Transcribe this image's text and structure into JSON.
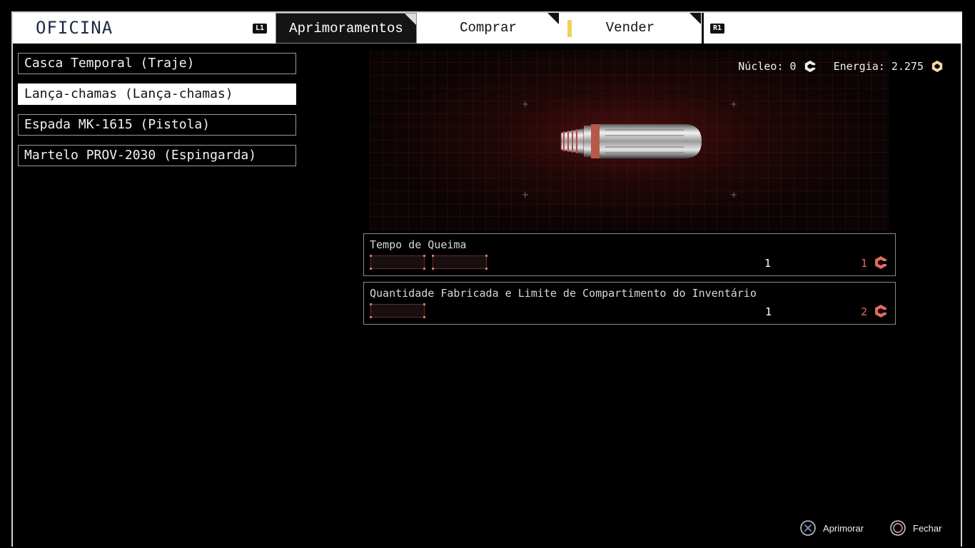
{
  "header": {
    "title": "OFICINA",
    "left_shoulder": "L1",
    "right_shoulder": "R1",
    "tabs": [
      {
        "label": "Aprimoramentos",
        "active": true
      },
      {
        "label": "Comprar",
        "active": false
      },
      {
        "label": "Vender",
        "active": false,
        "alert": true
      }
    ]
  },
  "equipment": {
    "items": [
      {
        "label": "Casca Temporal (Traje)",
        "selected": false
      },
      {
        "label": "Lança-chamas (Lança-chamas)",
        "selected": true
      },
      {
        "label": "Espada MK-1615 (Pistola)",
        "selected": false
      },
      {
        "label": "Martelo PROV-2030 (Espingarda)",
        "selected": false
      }
    ]
  },
  "resources": {
    "core_label": "Núcleo: 0",
    "energy_label": "Energia: 2.275"
  },
  "upgrades": [
    {
      "label": "Tempo de Queima",
      "slots": 2,
      "level": "1",
      "cost": "1"
    },
    {
      "label": "Quantidade Fabricada e Limite de Compartimento do Inventário",
      "slots": 1,
      "level": "1",
      "cost": "2"
    }
  ],
  "footer": {
    "upgrade_label": "Aprimorar",
    "close_label": "Fechar"
  },
  "colors": {
    "accent_red": "#e46a5c",
    "alert_yellow": "#f1cf61",
    "title_navy": "#1e2a44"
  },
  "icons": [
    "core-icon",
    "energy-icon",
    "hex-cost-icon",
    "cross-button-icon",
    "circle-button-icon"
  ]
}
